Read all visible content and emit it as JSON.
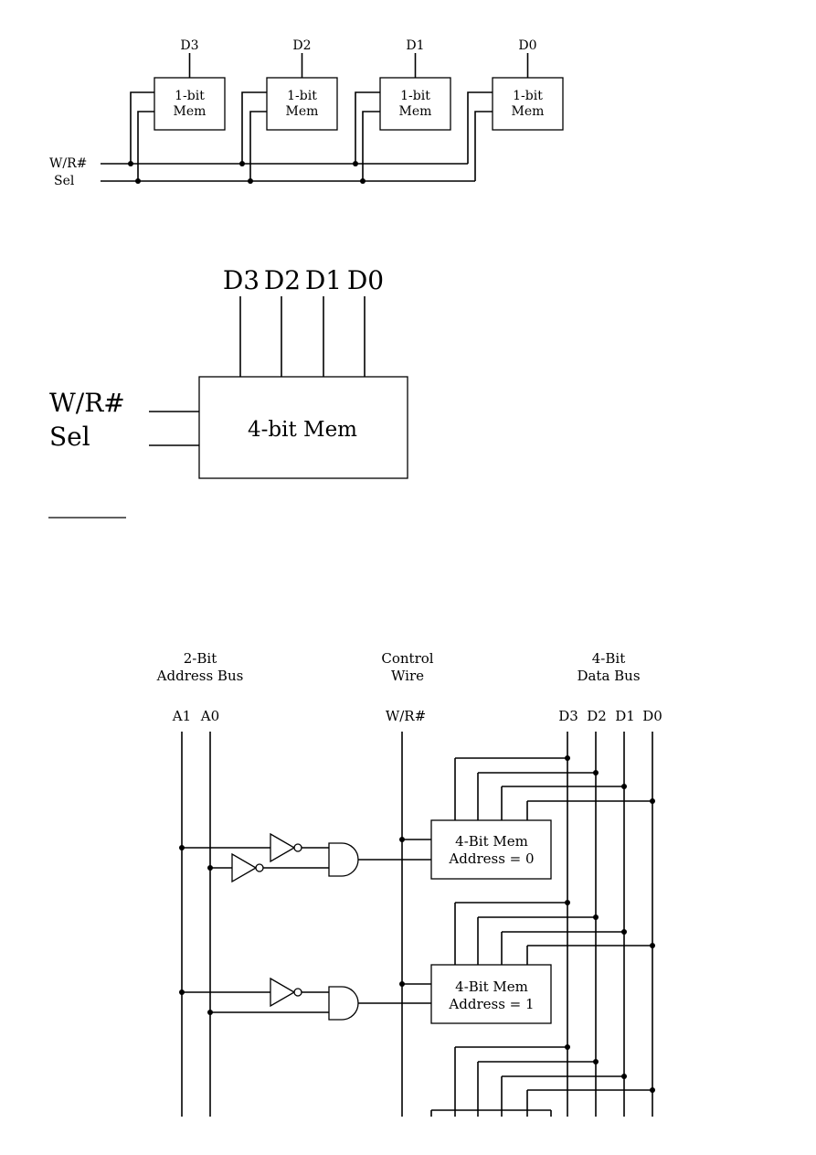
{
  "figure1": {
    "data_labels": [
      "D3",
      "D2",
      "D1",
      "D0"
    ],
    "cell_line1": "1-bit",
    "cell_line2": "Mem",
    "wr_label": "W/R#",
    "sel_label": "Sel"
  },
  "figure2": {
    "data_labels": [
      "D3",
      "D2",
      "D1",
      "D0"
    ],
    "wr_label": "W/R#",
    "sel_label": "Sel",
    "box_label": "4-bit Mem"
  },
  "figure3": {
    "address_bus_line1": "2-Bit",
    "address_bus_line2": "Address Bus",
    "control_line1": "Control",
    "control_line2": "Wire",
    "data_bus_line1": "4-Bit",
    "data_bus_line2": "Data Bus",
    "a1_label": "A1",
    "a0_label": "A0",
    "wr_label": "W/R#",
    "data_labels": [
      "D3",
      "D2",
      "D1",
      "D0"
    ],
    "mem0_line1": "4-Bit Mem",
    "mem0_line2": "Address = 0",
    "mem1_line1": "4-Bit Mem",
    "mem1_line2": "Address = 1"
  }
}
